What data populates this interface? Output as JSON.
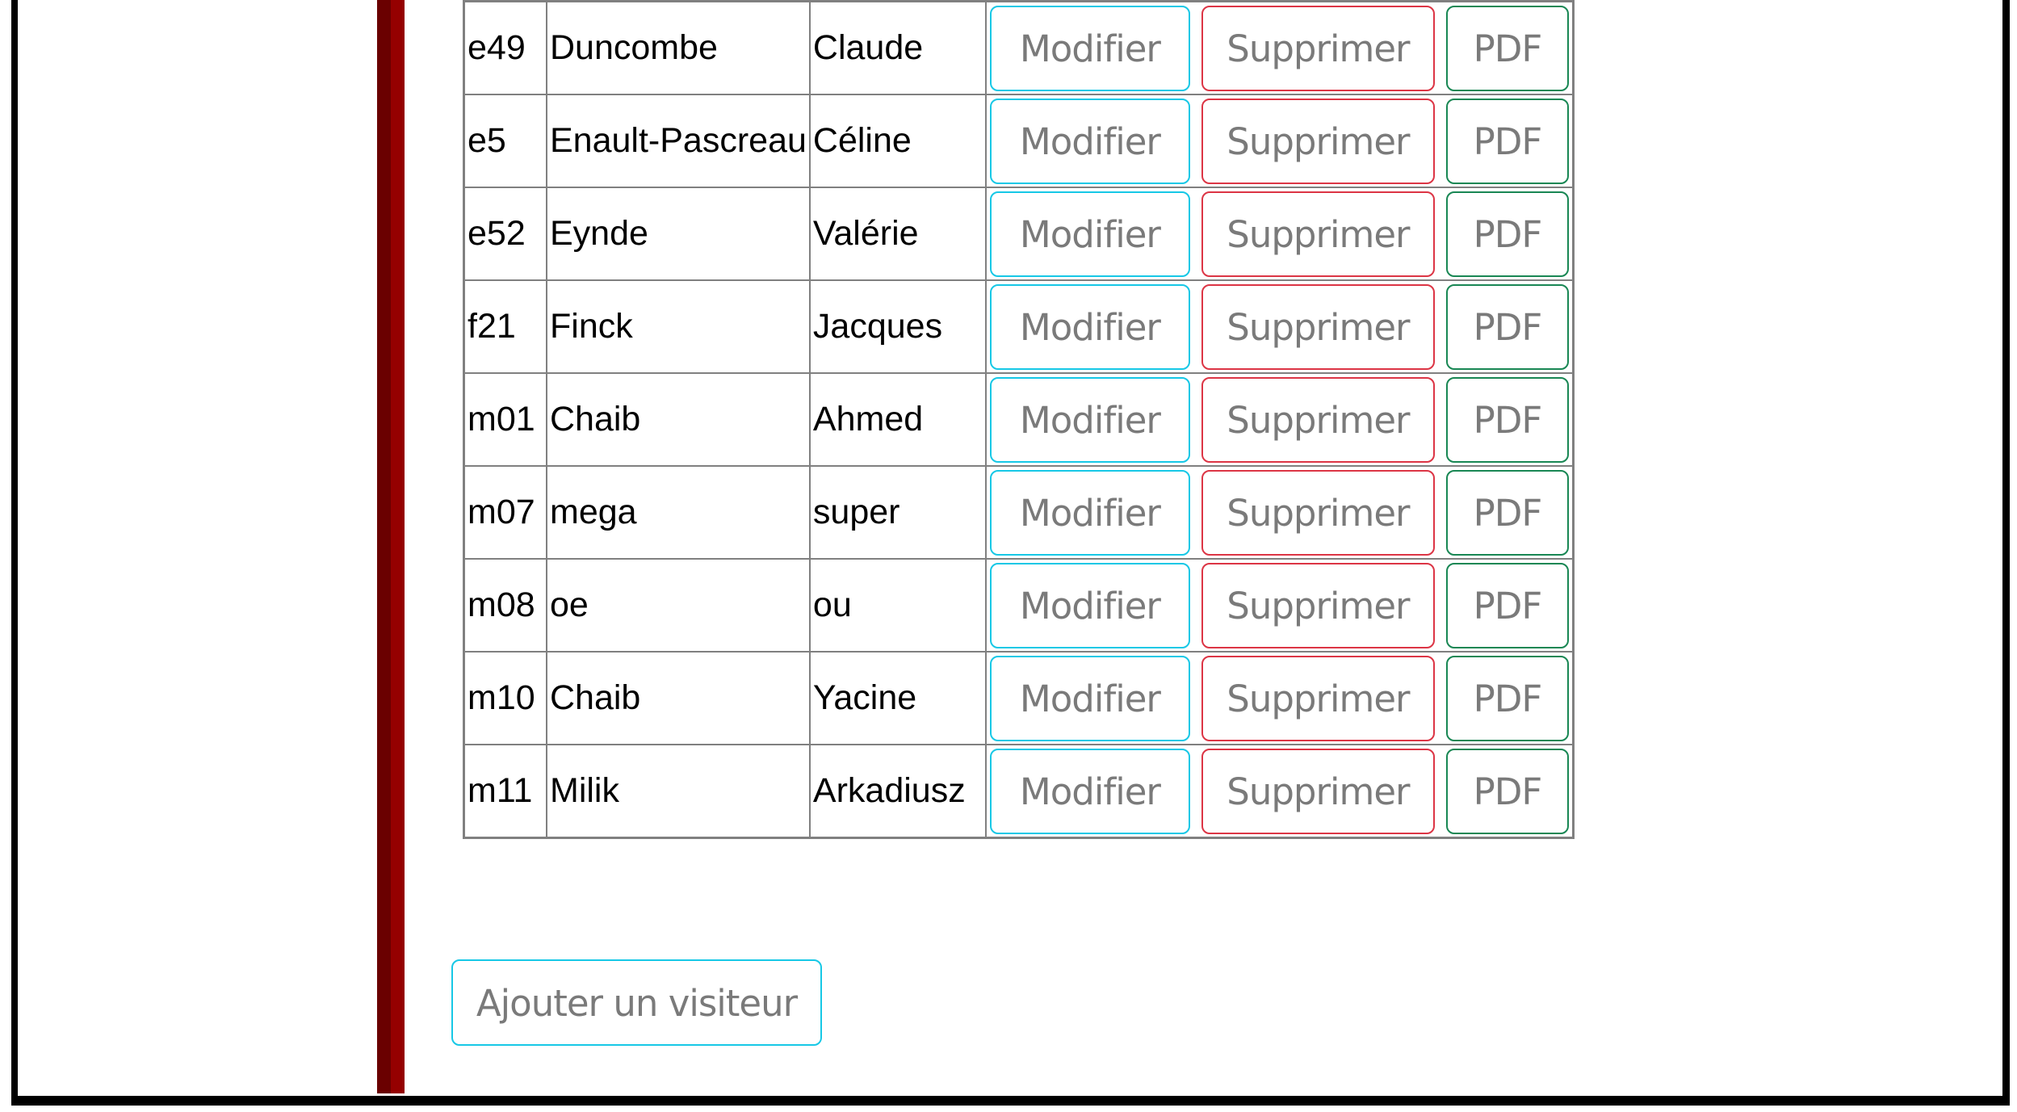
{
  "visitors": [
    {
      "id": "e49",
      "nom": "Duncombe",
      "prenom": "Claude"
    },
    {
      "id": "e5",
      "nom": "Enault-Pascreau",
      "prenom": "Céline"
    },
    {
      "id": "e52",
      "nom": "Eynde",
      "prenom": "Valérie"
    },
    {
      "id": "f21",
      "nom": "Finck",
      "prenom": "Jacques"
    },
    {
      "id": "m01",
      "nom": "Chaib",
      "prenom": "Ahmed"
    },
    {
      "id": "m07",
      "nom": "mega",
      "prenom": "super"
    },
    {
      "id": "m08",
      "nom": "oe",
      "prenom": "ou"
    },
    {
      "id": "m10",
      "nom": "Chaib",
      "prenom": "Yacine"
    },
    {
      "id": "m11",
      "nom": "Milik",
      "prenom": "Arkadiusz"
    }
  ],
  "actions": {
    "modify": "Modifier",
    "delete": "Supprimer",
    "pdf": "PDF"
  },
  "add_button": "Ajouter un visiteur",
  "colors": {
    "modify": "#17c8e6",
    "delete": "#dc3545",
    "pdf": "#198754",
    "sidebar": "#950000"
  }
}
